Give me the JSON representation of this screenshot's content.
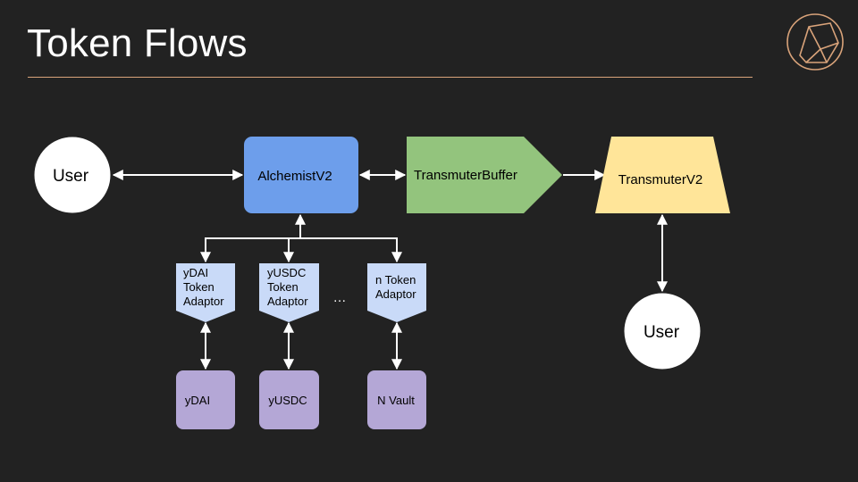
{
  "slide": {
    "title": "Token Flows"
  },
  "colors": {
    "background": "#222222",
    "accent_line": "#d9a37a",
    "alchemist": "#6d9eeb",
    "buffer": "#93c47d",
    "transmuter": "#ffe599",
    "adaptor": "#c9daf8",
    "vault": "#b4a7d6",
    "user": "#ffffff"
  },
  "nodes": {
    "user_left": "User",
    "alchemist": "AlchemistV2",
    "buffer": "TransmuterBuffer",
    "transmuter": "TransmuterV2",
    "user_right": "User",
    "adaptor_ydai": [
      "yDAI",
      "Token",
      "Adaptor"
    ],
    "adaptor_yusdc": [
      "yUSDC",
      "Token",
      "Adaptor"
    ],
    "adaptor_n": [
      "n Token",
      "Adaptor"
    ],
    "ellipsis": "…",
    "vault_ydai": "yDAI",
    "vault_yusdc": "yUSDC",
    "vault_n": "N Vault"
  },
  "logo": {
    "icon": "alchemix-logo-icon"
  }
}
